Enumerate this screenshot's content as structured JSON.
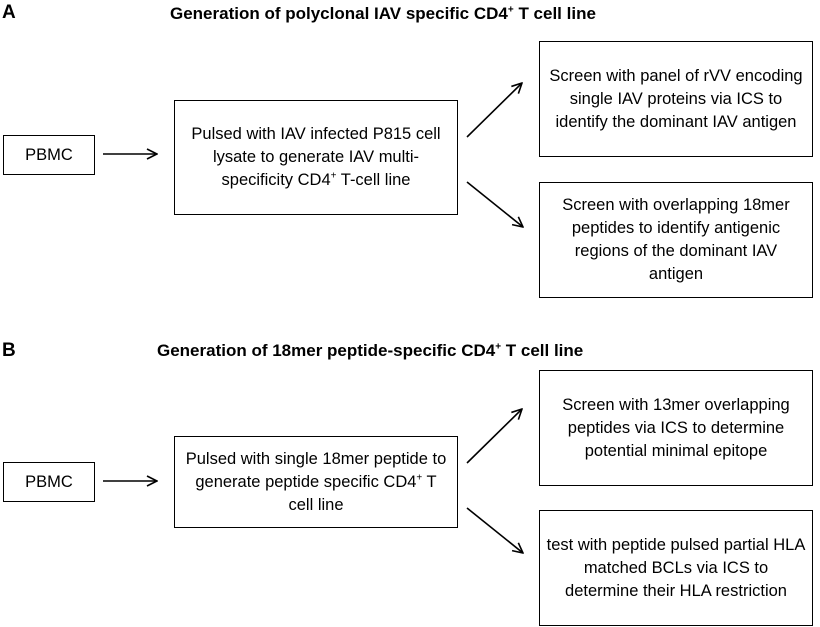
{
  "panel_a": {
    "label": "A",
    "title_pre": "Generation of polyclonal IAV specific CD4",
    "title_sup": "+",
    "title_post": " T cell line",
    "input": "PBMC",
    "middle_l1": "Pulsed with IAV infected P815",
    "middle_l2": "cell lysate to generate IAV",
    "middle_l3_pre": "multi-specificity CD4",
    "middle_l3_sup": "+",
    "middle_l3_post": " T-cell",
    "middle_l4": "line",
    "top_l1": "Screen with panel of rVV",
    "top_l2": "encoding single IAV proteins",
    "top_l3": "via ICS to identify the",
    "top_l4": "dominant IAV antigen",
    "bottom_l1": "Screen with overlapping",
    "bottom_l2": "18mer peptides to identify",
    "bottom_l3": "antigenic regions of the",
    "bottom_l4": "dominant IAV antigen"
  },
  "panel_b": {
    "label": "B",
    "title_pre": "Generation of 18mer peptide-specific CD4",
    "title_sup": "+",
    "title_post": " T cell line",
    "input": "PBMC",
    "middle_l1": "Pulsed with single 18mer",
    "middle_l2": "peptide to generate peptide",
    "middle_l3_pre": "specific CD4",
    "middle_l3_sup": "+",
    "middle_l3_post": " T cell line",
    "top_l1": "Screen with 13mer",
    "top_l2": "overlapping peptides via ICS",
    "top_l3": "to determine potential",
    "top_l4": "minimal epitope",
    "bottom_l1": "test with peptide pulsed",
    "bottom_l2": "partial HLA matched BCLs via",
    "bottom_l3": "ICS to determine their HLA",
    "bottom_l4": "restriction"
  },
  "colors": {
    "stroke": "#000000",
    "background": "#ffffff"
  }
}
